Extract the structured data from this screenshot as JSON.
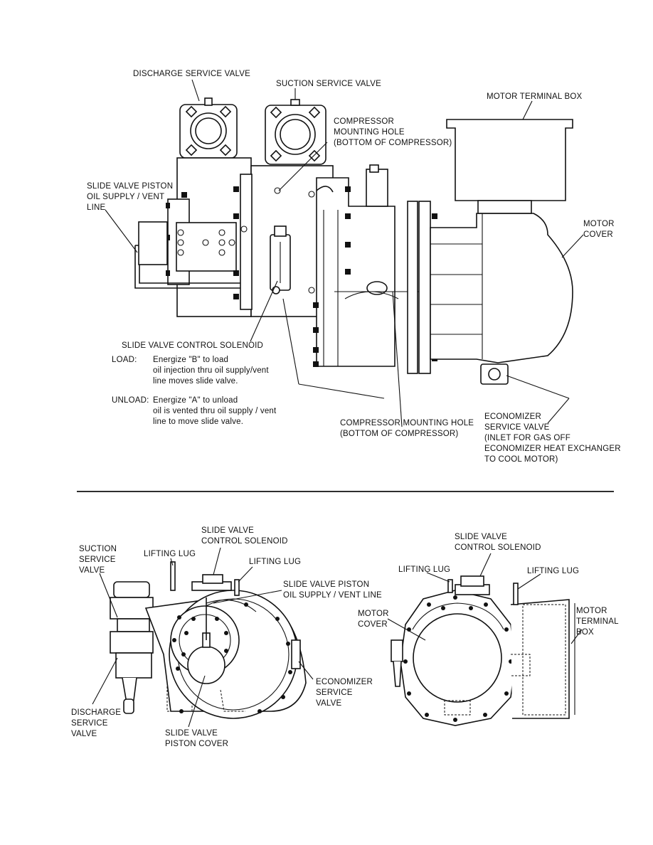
{
  "top": {
    "labels": {
      "discharge_service_valve": "DISCHARGE SERVICE VALVE",
      "suction_service_valve": "SUCTION SERVICE VALVE",
      "motor_terminal_box": "MOTOR TERMINAL BOX",
      "compressor_mounting_hole": [
        "COMPRESSOR",
        "MOUNTING HOLE",
        "(BOTTOM OF COMPRESSOR)"
      ],
      "slide_valve_piston_line": [
        "SLIDE VALVE PISTON",
        "OIL SUPPLY / VENT",
        "LINE"
      ],
      "motor_cover": [
        "MOTOR",
        "COVER"
      ],
      "slide_valve_control_solenoid": "SLIDE VALVE CONTROL SOLENOID",
      "load_key": "LOAD:",
      "load_text": [
        "Energize \"B\" to load",
        "oil injection thru oil supply/vent",
        "line moves slide valve."
      ],
      "unload_key": "UNLOAD:",
      "unload_text": [
        "Energize \"A\" to unload",
        "oil is vented thru oil supply / vent",
        "line to move slide valve."
      ],
      "compressor_mounting_hole_2": [
        "COMPRESSOR MOUNTING HOLE",
        "(BOTTOM OF COMPRESSOR)"
      ],
      "economizer_service_valve": [
        "ECONOMIZER",
        "SERVICE VALVE",
        "(INLET FOR GAS OFF",
        "ECONOMIZER HEAT EXCHANGER",
        "TO COOL MOTOR)"
      ]
    }
  },
  "bottom_left": {
    "labels": {
      "suction_service_valve": [
        "SUCTION",
        "SERVICE",
        "VALVE"
      ],
      "lifting_lug_1": "LIFTING LUG",
      "slide_valve_control_solenoid": [
        "SLIDE VALVE",
        "CONTROL SOLENOID"
      ],
      "lifting_lug_2": "LIFTING LUG",
      "slide_valve_piston_line": [
        "SLIDE VALVE PISTON",
        "OIL SUPPLY / VENT LINE"
      ],
      "economizer_service_valve": [
        "ECONOMIZER",
        "SERVICE",
        "VALVE"
      ],
      "discharge_service_valve": [
        "DISCHARGE",
        "SERVICE",
        "VALVE"
      ],
      "slide_valve_piston_cover": [
        "SLIDE VALVE",
        "PISTON COVER"
      ]
    }
  },
  "bottom_right": {
    "labels": {
      "slide_valve_control_solenoid": [
        "SLIDE VALVE",
        "CONTROL SOLENOID"
      ],
      "lifting_lug_1": "LIFTING LUG",
      "lifting_lug_2": "LIFTING LUG",
      "motor_cover": [
        "MOTOR",
        "COVER"
      ],
      "motor_terminal_box": [
        "MOTOR",
        "TERMINAL",
        "BOX"
      ]
    }
  }
}
